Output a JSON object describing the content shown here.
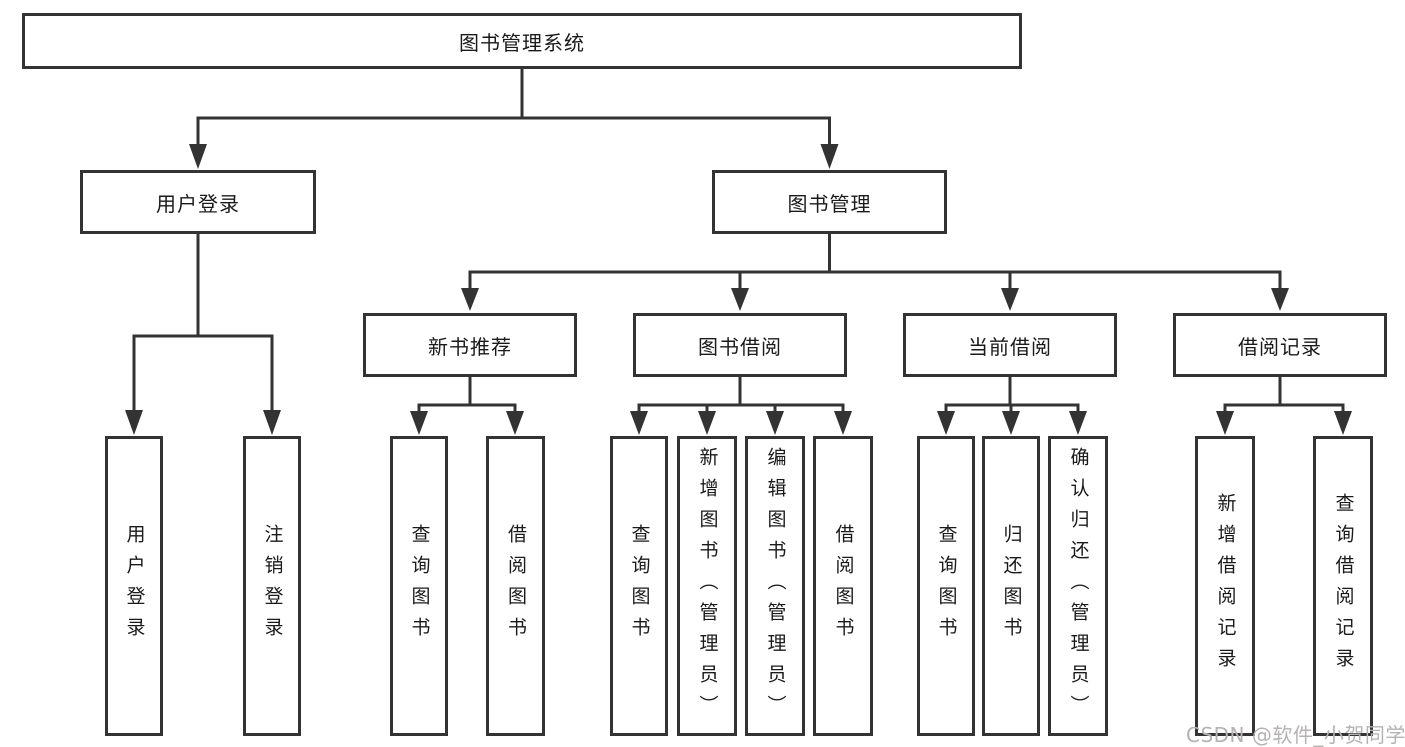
{
  "diagram": {
    "root": {
      "label": "图书管理系统"
    },
    "level2": {
      "user_login": "用户登录",
      "book_mgmt": "图书管理"
    },
    "level3": {
      "new_book_rec": "新书推荐",
      "book_borrow": "图书借阅",
      "current_borrow": "当前借阅",
      "borrow_record": "借阅记录"
    },
    "leaves": {
      "user_login": [
        "用户登录",
        "注销登录"
      ],
      "new_book_rec": [
        "查询图书",
        "借阅图书"
      ],
      "book_borrow": [
        "查询图书",
        "新增图书（管理员）",
        "编辑图书（管理员）",
        "借阅图书"
      ],
      "current_borrow": [
        "查询图书",
        "归还图书",
        "确认归还（管理员）"
      ],
      "borrow_record": [
        "新增借阅记录",
        "查询借阅记录"
      ]
    },
    "colors": {
      "line": "#333333",
      "box_border": "#333333",
      "box_fill": "#ffffff",
      "text": "#1a1a1a",
      "watermark_text": "#b5b2b2",
      "background": "#ffffff"
    },
    "watermark": "CSDN @软件_小贺同学"
  }
}
